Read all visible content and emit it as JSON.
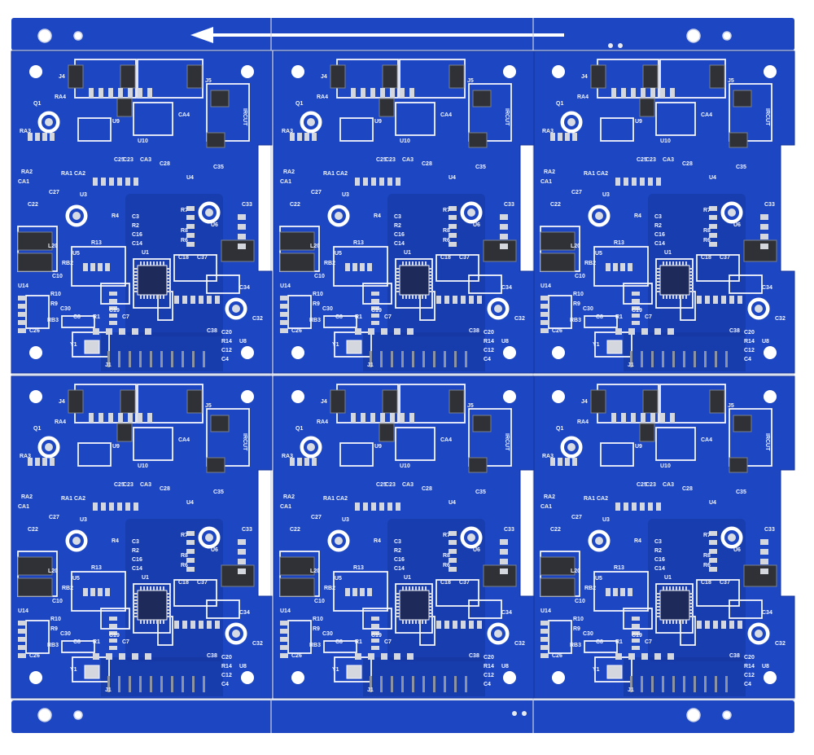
{
  "colors": {
    "background": "#ffffff",
    "soldermask": "#1c46c2",
    "soldermask_dark": "#14349a",
    "silkscreen": "#f4f6fb",
    "pad": "#2f3136",
    "pad_edge": "#7a7f88",
    "hole": "#ffffff"
  },
  "panel": {
    "direction_arrow": "left-arrow",
    "rows": 2,
    "columns": 3
  },
  "board_labels": [
    "J4",
    "J5",
    "Q1",
    "RA4",
    "RA3",
    "IRCUT",
    "U9",
    "U10",
    "CA4",
    "CA3",
    "C28",
    "C25",
    "C23",
    "C35",
    "U4",
    "RA2",
    "CA1",
    "RA1",
    "CA2",
    "C27",
    "U3",
    "C22",
    "R4",
    "R7",
    "C3",
    "R2",
    "C16",
    "C14",
    "R8",
    "R6",
    "C33",
    "U6",
    "R13",
    "L20",
    "U5",
    "C37",
    "U1",
    "C18",
    "RB2",
    "C10",
    "R10",
    "R9",
    "C8",
    "R1",
    "C7",
    "C34",
    "U14",
    "C38",
    "C19",
    "C30",
    "RB3",
    "C26",
    "Y1",
    "J1",
    "C20",
    "R14",
    "C12",
    "C4",
    "U8",
    "C32"
  ]
}
